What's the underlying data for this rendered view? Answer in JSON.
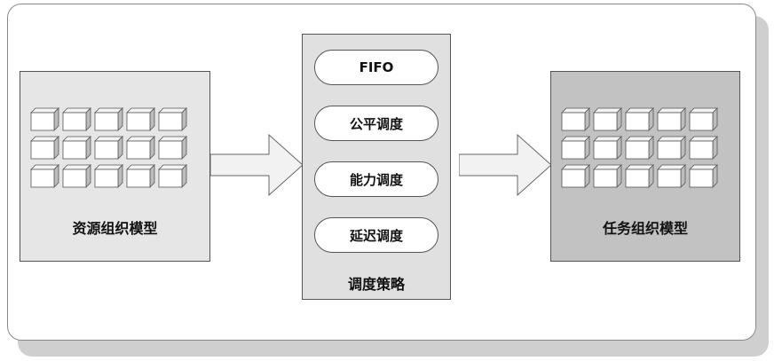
{
  "left_panel": {
    "label": "资源组织模型",
    "rows": 3,
    "cols": 5
  },
  "strategy_panel": {
    "label": "调度策略",
    "items": [
      "FIFO",
      "公平调度",
      "能力调度",
      "延迟调度"
    ]
  },
  "right_panel": {
    "label": "任务组织模型",
    "rows": 3,
    "cols": 5
  },
  "colors": {
    "left_panel_fill": "#e6e6e6",
    "mid_panel_fill": "#e0e0e0",
    "right_panel_fill": "#c2c2c2",
    "arrow_fill": "#f2f2f2"
  }
}
